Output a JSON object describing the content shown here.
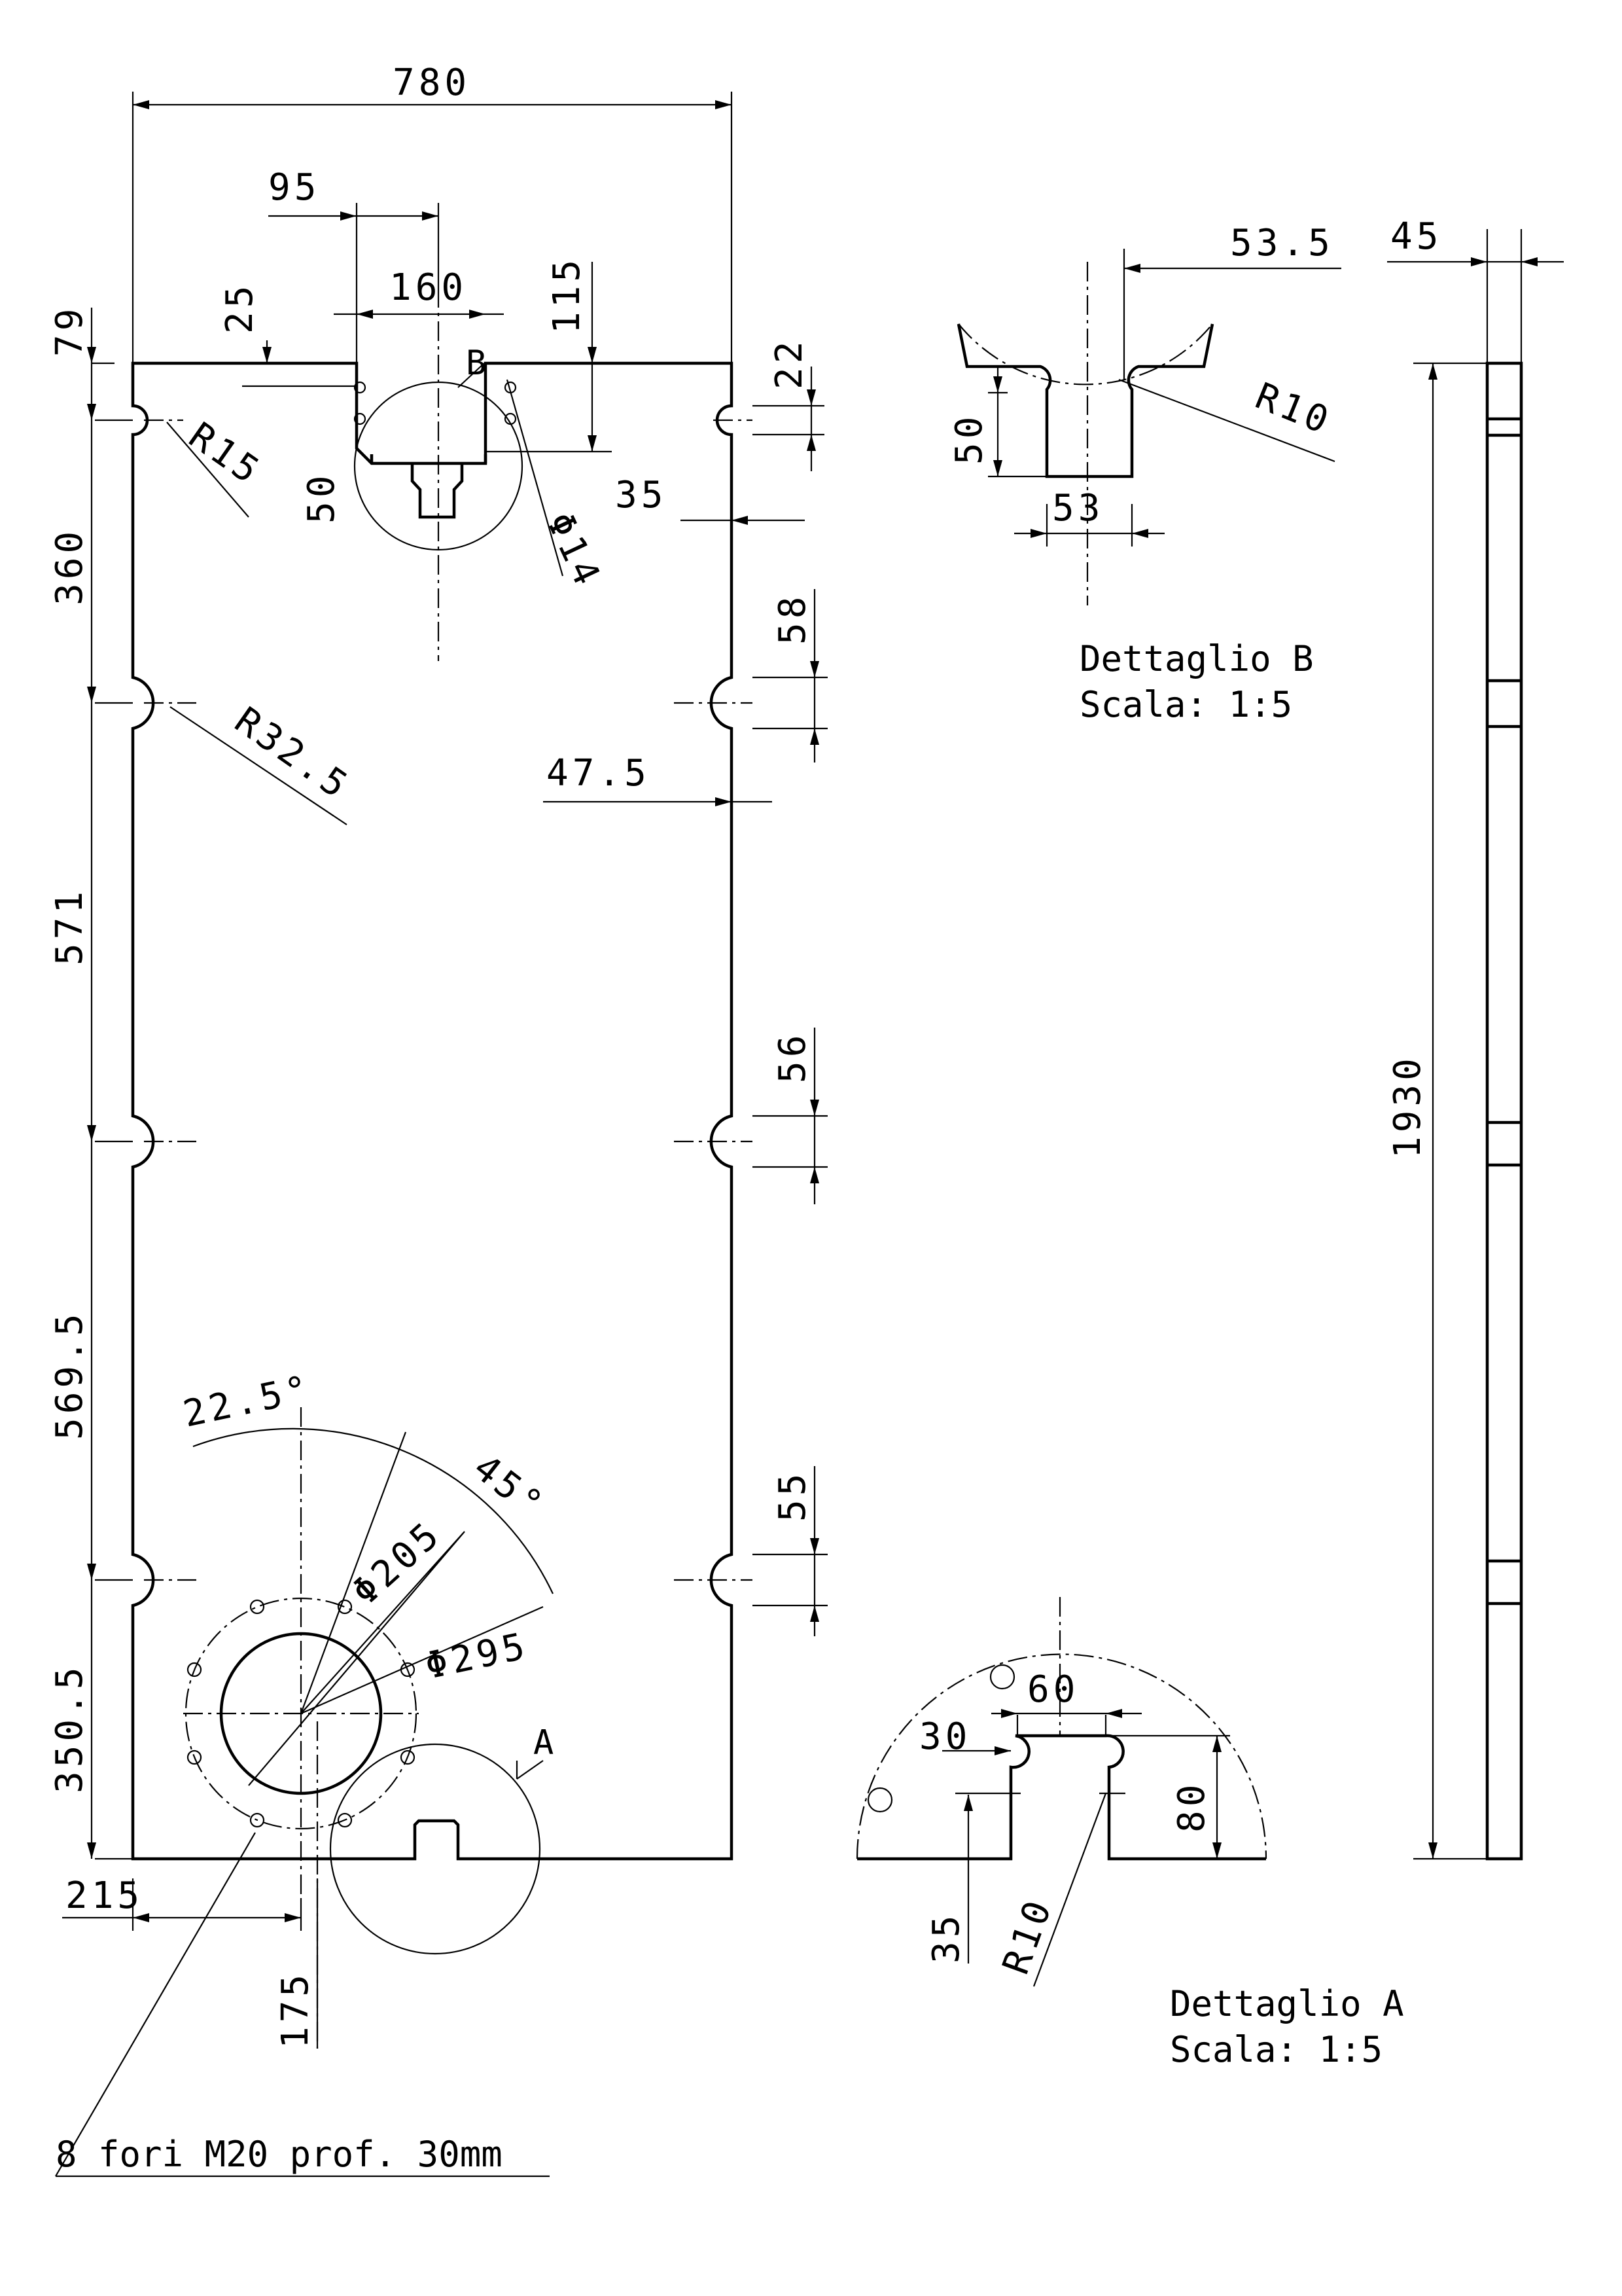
{
  "main_view": {
    "overall_width": "780",
    "top_notch_offset": "95",
    "top_notch_width": "160",
    "top_notch_chamfer_depth": "25",
    "top_notch_depth": "115",
    "notch_inner_height": "50",
    "edge_top_to_first_slot": "79",
    "slot_spacing_1": "360",
    "slot_spacing_2": "571",
    "slot_spacing_3": "569.5",
    "slot_spacing_4": "350.5",
    "small_slot_radius": "R15",
    "large_slot_radius": "R32.5",
    "hole_diameter_top": "Φ14",
    "small_slot_depth": "35",
    "small_slot_height": "22",
    "large_slot_depth": "47.5",
    "large_slot_height_1": "58",
    "large_slot_height_2": "56",
    "large_slot_height_3": "55",
    "detail_b_ref": "B",
    "detail_a_ref": "A",
    "angle_1": "22.5°",
    "angle_2": "45°",
    "bore_diameter": "Φ205",
    "bolt_circle_diameter": "Φ295",
    "bore_offset_x": "215",
    "bore_offset_y": "175",
    "holes_note": "8 fori M20 prof. 30mm"
  },
  "side_view": {
    "thickness": "45",
    "overall_height": "1930"
  },
  "detail_b": {
    "title": "Dettaglio B",
    "scale": "Scala:  1:5",
    "dim_width_offset": "53.5",
    "dim_depth": "50",
    "dim_width": "53",
    "radius": "R10"
  },
  "detail_a": {
    "title": "Dettaglio A",
    "scale": "Scala:  1:5",
    "dim_width": "60",
    "dim_offset": "30",
    "dim_depth": "80",
    "dim_height": "35",
    "radius": "R10"
  }
}
